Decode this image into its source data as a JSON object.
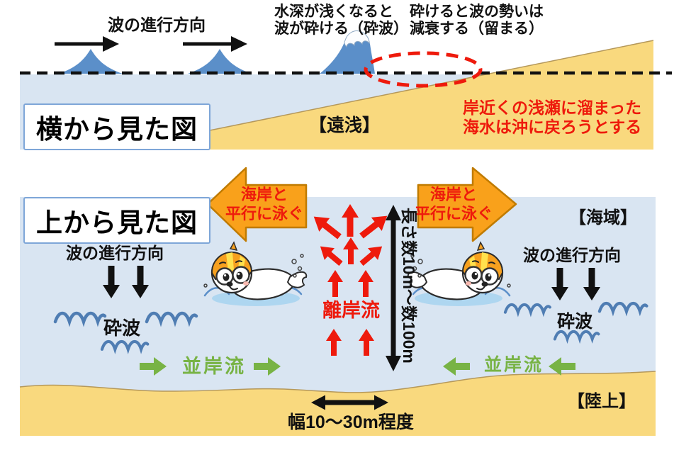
{
  "figure": {
    "topic": "rip-current-safety-diagram",
    "colors": {
      "sea_panel": "#D9E5F2",
      "sand": "#F9D97E",
      "wave_blue": "#5B8FC9",
      "squiggle_blue": "#4F7DB3",
      "red_accent": "#EE1A0C",
      "green_accent": "#78B345",
      "orange_arrow": "#F9A11B",
      "orange_arrow_border": "#C07B00",
      "box_border": "#7EA6D8",
      "black": "#111111"
    }
  },
  "side_view": {
    "title": "横から見た図",
    "wave_direction_label": "波の進行方向",
    "breaking_note": "水深が浅くなると\n波が砕ける（砕波）",
    "decay_note": "砕けると波の勢いは\n減衰する（留まる）",
    "shallow_label": "【遠浅】",
    "return_flow_note": "岸近くの浅瀬に溜まった\n海水は沖に戻ろうとする"
  },
  "top_view": {
    "title": "上から見た図",
    "sea_area_label": "【海域】",
    "land_label": "【陸上】",
    "swim_parallel_left": "海岸と\n平行に泳ぐ",
    "swim_parallel_right": "海岸と\n平行に泳ぐ",
    "wave_direction_left": "波の進行方向",
    "wave_direction_right": "波の進行方向",
    "breaker_left": "砕波",
    "breaker_right": "砕波",
    "longshore_left": "並岸流",
    "longshore_right": "並岸流",
    "rip_current_label": "離岸流",
    "rip_length_label": "長さ数10m～数100m",
    "rip_width_label": "幅10～30m程度"
  }
}
